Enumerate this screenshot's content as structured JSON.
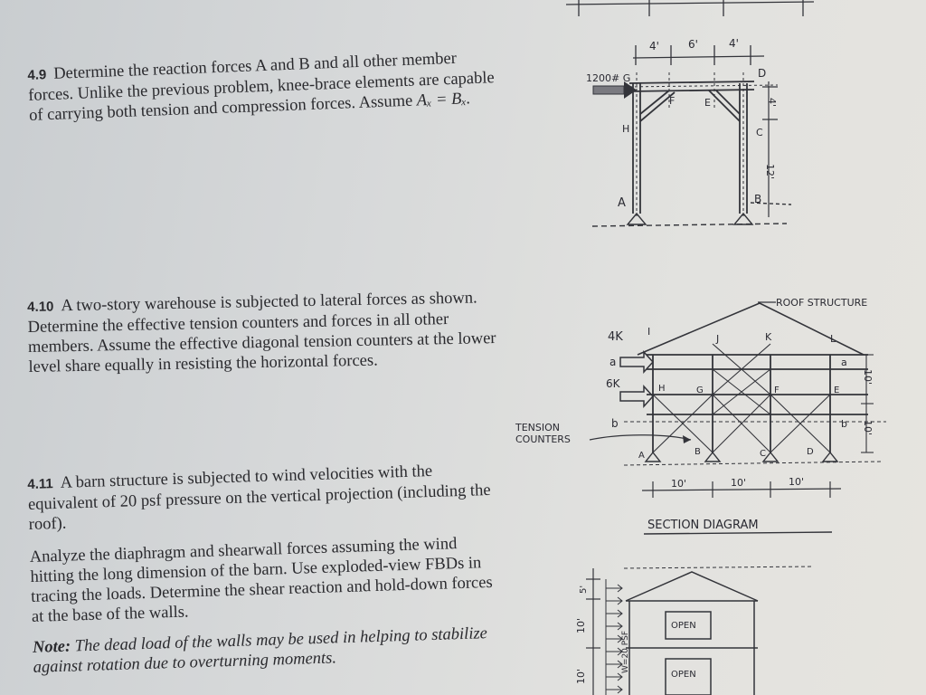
{
  "problems": [
    {
      "number": "4.9",
      "text_before_eq": "Determine the reaction forces A and B and all other member forces. Unlike the previous problem, knee-brace elements are capable of carrying both tension and compression forces. Assume ",
      "equation": "Aₓ = Bₓ."
    },
    {
      "number": "4.10",
      "text": "A two-story warehouse is subjected to lateral forces as shown. Determine the effective tension counters and forces in all other members. Assume the effective diagonal tension counters at the lower level share equally in resisting the horizontal forces."
    },
    {
      "number": "4.11",
      "text": "A barn structure is subjected to wind velocities with the equivalent of 20 psf pressure on the vertical projection (including the roof).",
      "text2": "Analyze the diaphragm and shearwall forces assuming the wind hitting the long dimension of the barn. Use exploded-view FBDs in tracing the loads. Determine the shear reaction and hold-down forces at the base of the walls.",
      "note_label": "Note:",
      "note_text": "The dead load of the walls may be used in helping to stabilize against rotation due to overturning moments."
    }
  ],
  "fig49": {
    "load": "1200# G",
    "dims_top": [
      "4'",
      "6'",
      "4'"
    ],
    "labels": {
      "D": "D",
      "F": "F",
      "E": "E",
      "H": "H",
      "C": "C",
      "A": "A",
      "B": "B"
    },
    "dim_right_small": "4'",
    "dim_right_big": "12'"
  },
  "fig410": {
    "roof_label": "ROOF STRUCTURE",
    "load_top": "4K",
    "load_mid": "6K",
    "nodes": {
      "I": "I",
      "J": "J",
      "K": "K",
      "L": "L",
      "H": "H",
      "G": "G",
      "F": "F",
      "E": "E",
      "A": "A",
      "B": "B",
      "C": "C",
      "D": "D"
    },
    "level_a": "a",
    "level_b": "b",
    "dim_right_top": "10'",
    "dim_right_bot": "10'",
    "tension_label_1": "TENSION",
    "tension_label_2": "COUNTERS",
    "bay_dims": [
      "10'",
      "10'",
      "10'"
    ],
    "caption": "SECTION DIAGRAM"
  },
  "fig411": {
    "dims_left": [
      "5'",
      "10'",
      "10'"
    ],
    "wind_label": "W=20 PSF",
    "open_upper": "OPEN",
    "open_lower": "OPEN"
  }
}
